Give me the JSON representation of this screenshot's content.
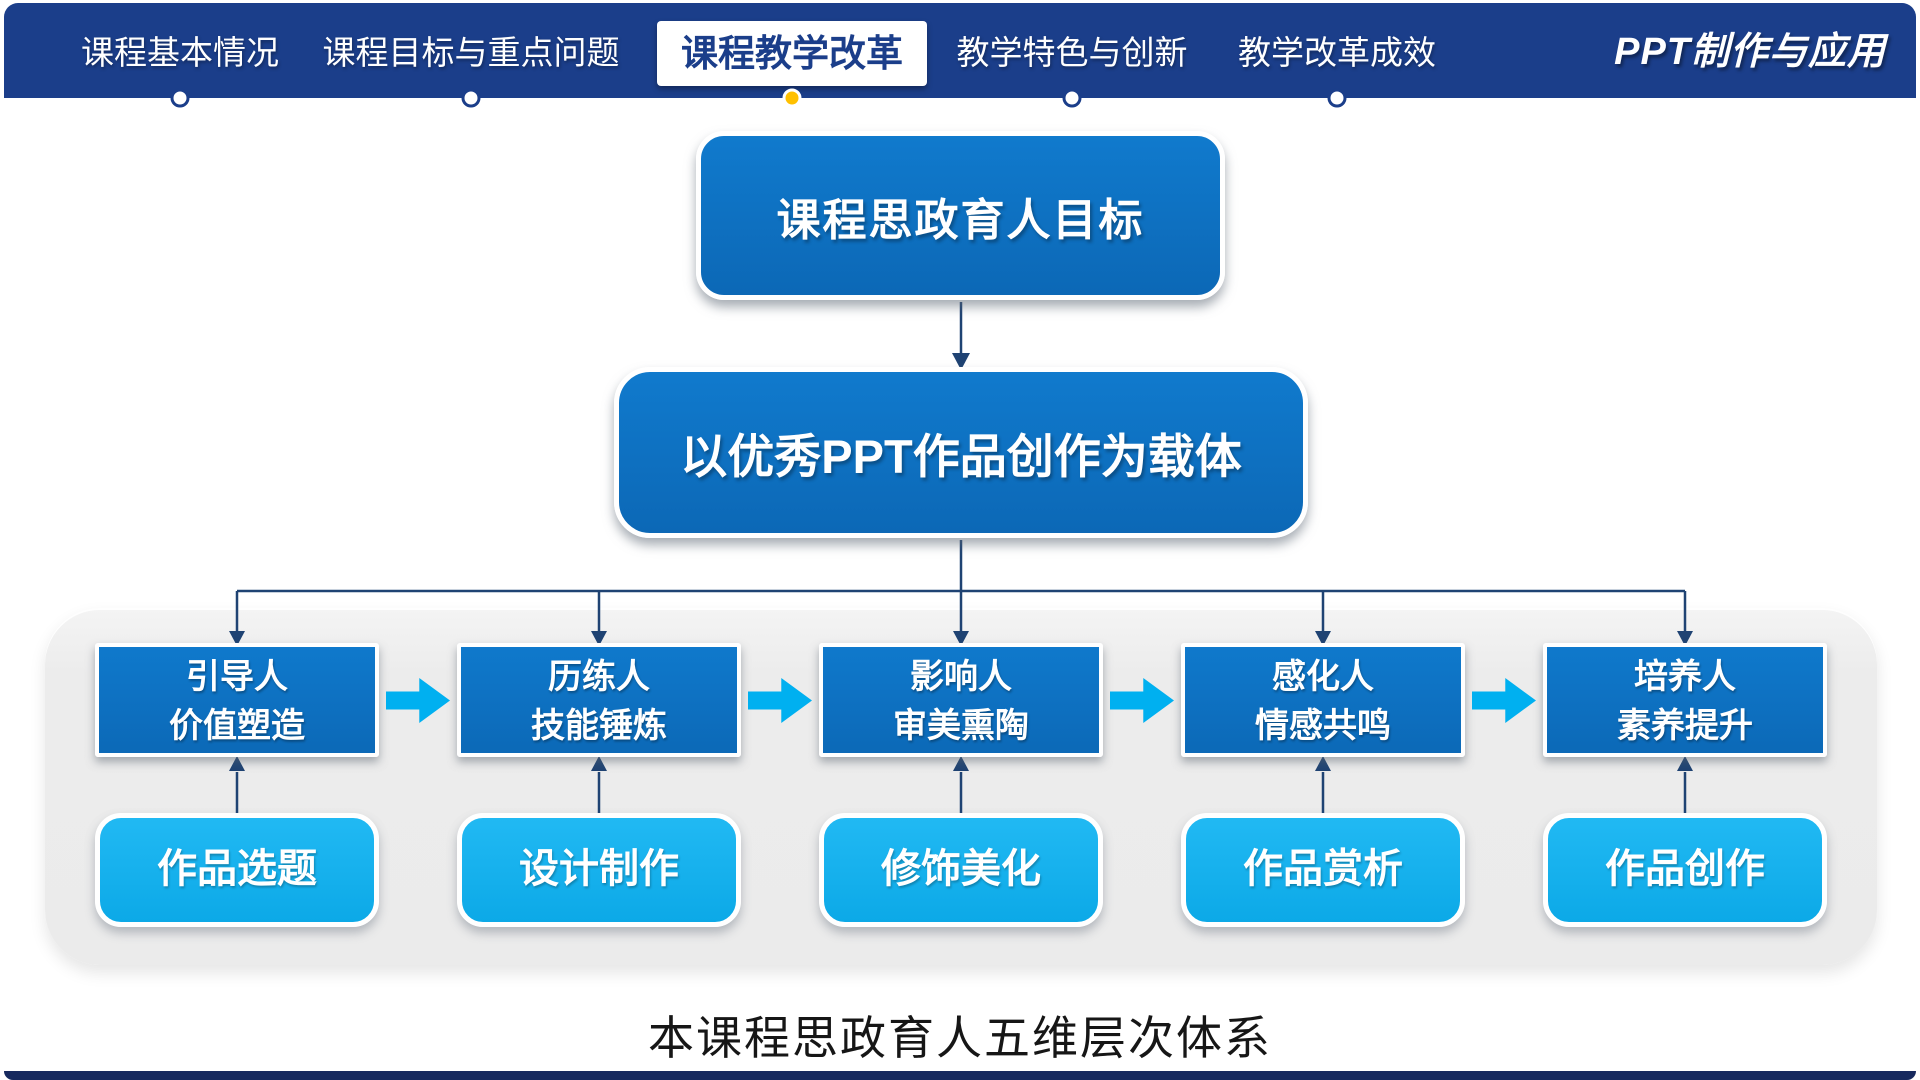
{
  "brand": {
    "logo": "PPT制作与应用"
  },
  "nav": {
    "items": [
      {
        "label": "课程基本情况",
        "active": false
      },
      {
        "label": "课程目标与重点问题",
        "active": false
      },
      {
        "label": "课程教学改革",
        "active": true
      },
      {
        "label": "教学特色与创新",
        "active": false
      },
      {
        "label": "教学改革成效",
        "active": false
      }
    ]
  },
  "diagram": {
    "goal": "课程思政育人目标",
    "carrier": "以优秀PPT作品创作为载体",
    "levels": [
      {
        "role": "引导人",
        "outcome": "价值塑造",
        "activity": "作品选题"
      },
      {
        "role": "历练人",
        "outcome": "技能锤炼",
        "activity": "设计制作"
      },
      {
        "role": "影响人",
        "outcome": "审美熏陶",
        "activity": "修饰美化"
      },
      {
        "role": "感化人",
        "outcome": "情感共鸣",
        "activity": "作品赏析"
      },
      {
        "role": "培养人",
        "outcome": "素养提升",
        "activity": "作品创作"
      }
    ],
    "caption": "本课程思政育人五维层次体系"
  },
  "colors": {
    "navbar": "#1b3e8a",
    "box_blue": "#0d72c4",
    "cyan": "#00b0f0",
    "gold": "#ffc000",
    "connector": "#1f4373",
    "panel_gray": "#ededed"
  }
}
